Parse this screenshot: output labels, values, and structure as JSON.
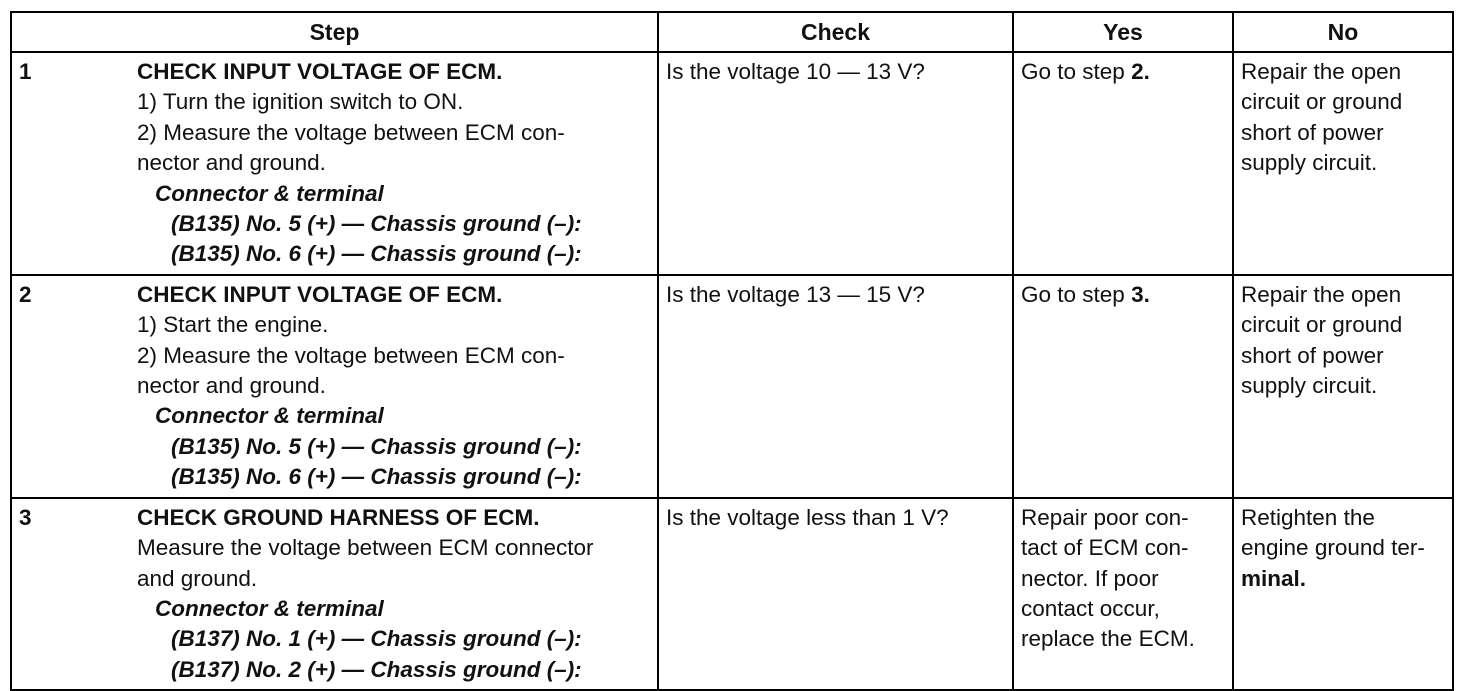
{
  "headers": [
    "Step",
    "Check",
    "Yes",
    "No"
  ],
  "rows": [
    {
      "step": "1",
      "title": "CHECK INPUT VOLTAGE OF ECM.",
      "lines": [
        "1)  Turn the ignition switch to ON.",
        "2)  Measure the voltage between ECM con-",
        "nector and ground."
      ],
      "connector_label": "Connector & terminal",
      "terminals": [
        "(B135) No. 5 (+) — Chassis ground (–):",
        "(B135) No. 6 (+) — Chassis ground (–):"
      ],
      "check": "Is the voltage 10 — 13 V?",
      "yes_prefix": "Go to step ",
      "yes_bold": "2.",
      "no_lines": [
        "Repair the open",
        "circuit or ground",
        "short of power",
        "supply circuit."
      ]
    },
    {
      "step": "2",
      "title": "CHECK INPUT VOLTAGE OF ECM.",
      "lines": [
        "1)  Start the engine.",
        "2)  Measure the voltage between ECM con-",
        "nector and ground."
      ],
      "connector_label": "Connector & terminal",
      "terminals": [
        "(B135) No. 5 (+) — Chassis ground (–):",
        "(B135) No. 6 (+) — Chassis ground (–):"
      ],
      "check": "Is the voltage 13 — 15 V?",
      "yes_prefix": "Go to step ",
      "yes_bold": "3.",
      "no_lines": [
        "Repair the open",
        "circuit or ground",
        "short of power",
        "supply circuit."
      ]
    },
    {
      "step": "3",
      "title": "CHECK GROUND HARNESS OF ECM.",
      "lines": [
        "Measure the voltage between ECM connector",
        "and ground."
      ],
      "connector_label": "Connector & terminal",
      "terminals": [
        "(B137) No. 1 (+) — Chassis ground (–):",
        "(B137) No. 2 (+) — Chassis ground (–):"
      ],
      "check": "Is the voltage less than 1 V?",
      "yes_lines": [
        "Repair poor con-",
        "tact of ECM con-",
        "nector. If poor",
        "contact occur,",
        "replace the ECM."
      ],
      "no_lines": [
        "Retighten the",
        "engine ground ter-",
        "minal."
      ]
    }
  ]
}
